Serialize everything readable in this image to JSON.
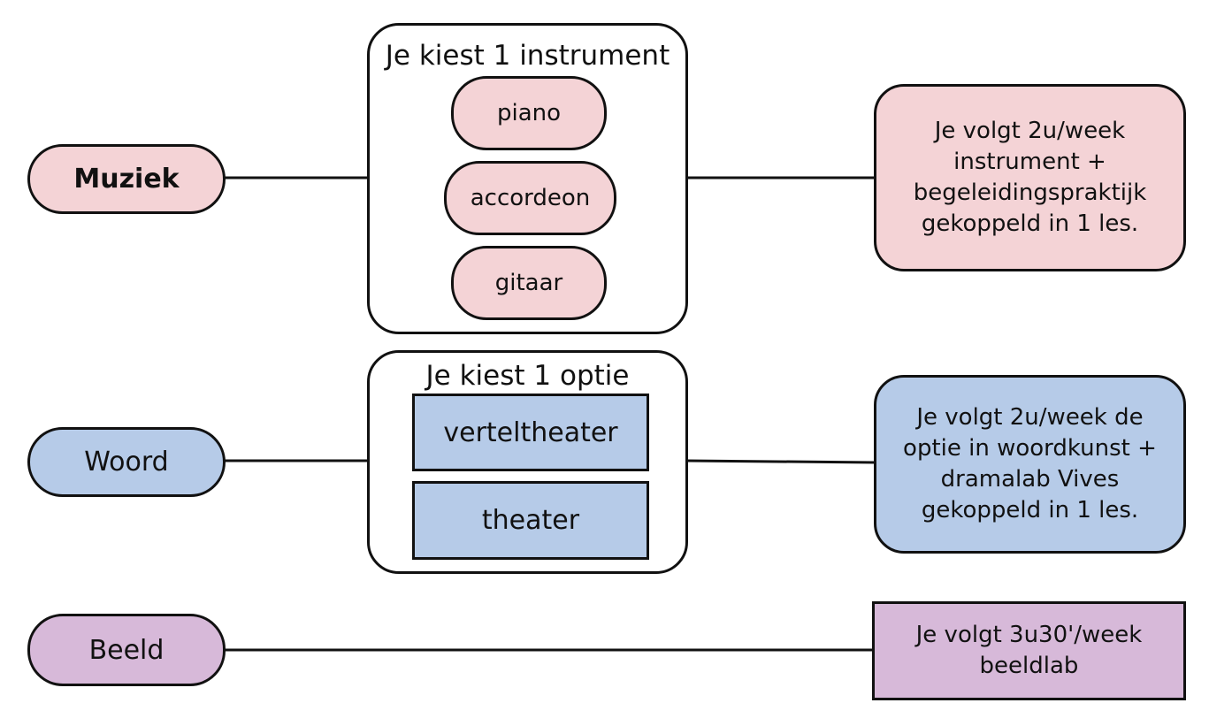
{
  "muziek": {
    "label": "Muziek",
    "group_title": "Je kiest 1 instrument",
    "options": [
      "piano",
      "accordeon",
      "gitaar"
    ],
    "info": "Je volgt 2u/week instrument + begeleidingspraktijk gekoppeld in 1 les.",
    "color": "#f4d3d6"
  },
  "woord": {
    "label": "Woord",
    "group_title": "Je kiest 1 optie",
    "options": [
      "verteltheater",
      "theater"
    ],
    "info": "Je volgt 2u/week de optie in woordkunst + dramalab Vives gekoppeld in 1 les.",
    "color": "#b6cbe8"
  },
  "beeld": {
    "label": "Beeld",
    "info": "Je volgt 3u30'/week beeldlab",
    "color": "#d7b9d9"
  }
}
